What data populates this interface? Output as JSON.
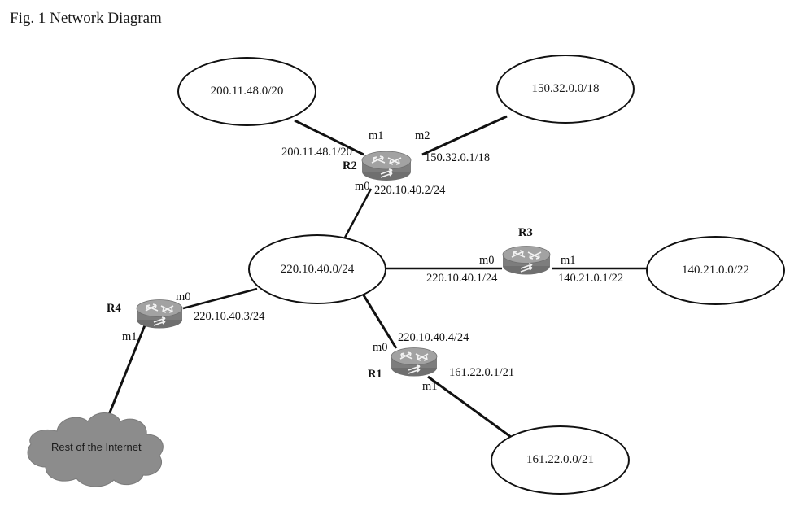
{
  "figure": {
    "title": "Fig. 1 Network Diagram"
  },
  "colors": {
    "line": "#111111",
    "router_body": "#8f8f8f",
    "router_top": "#a8a8a8",
    "router_side": "#6f6f6f",
    "cloud_fill": "#8c8c8c",
    "cloud_stroke": "#6e6e6e",
    "text": "#111111",
    "background": "#ffffff"
  },
  "networks": [
    {
      "id": "net-200-11-48",
      "label": "200.11.48.0/20"
    },
    {
      "id": "net-150-32-0",
      "label": "150.32.0.0/18"
    },
    {
      "id": "net-220-10-40",
      "label": "220.10.40.0/24"
    },
    {
      "id": "net-140-21-0",
      "label": "140.21.0.0/22"
    },
    {
      "id": "net-161-22-0",
      "label": "161.22.0.0/21"
    }
  ],
  "cloud": {
    "label": "Rest of the Internet"
  },
  "routers": [
    {
      "id": "R1",
      "name": "R1",
      "interfaces": [
        {
          "port": "m0",
          "address": "220.10.40.4/24"
        },
        {
          "port": "m1",
          "address": "161.22.0.1/21"
        }
      ]
    },
    {
      "id": "R2",
      "name": "R2",
      "interfaces": [
        {
          "port": "m0",
          "address": "220.10.40.2/24"
        },
        {
          "port": "m1",
          "address": "200.11.48.1/20"
        },
        {
          "port": "m2",
          "address": "150.32.0.1/18"
        }
      ]
    },
    {
      "id": "R3",
      "name": "R3",
      "interfaces": [
        {
          "port": "m0",
          "address": "220.10.40.1/24"
        },
        {
          "port": "m1",
          "address": "140.21.0.1/22"
        }
      ]
    },
    {
      "id": "R4",
      "name": "R4",
      "interfaces": [
        {
          "port": "m0",
          "address": "220.10.40.3/24"
        },
        {
          "port": "m1",
          "address": ""
        }
      ]
    }
  ],
  "labels": {
    "r2_name": "R2",
    "r2_m1_port": "m1",
    "r2_m1_addr": "200.11.48.1/20",
    "r2_m2_port": "m2",
    "r2_m2_addr": "150.32.0.1/18",
    "r2_m0_port": "m0",
    "r2_m0_addr": "220.10.40.2/24",
    "r3_name": "R3",
    "r3_m0_port": "m0",
    "r3_m0_addr": "220.10.40.1/24",
    "r3_m1_port": "m1",
    "r3_m1_addr": "140.21.0.1/22",
    "r4_name": "R4",
    "r4_m0_port": "m0",
    "r4_m0_addr": "220.10.40.3/24",
    "r4_m1_port": "m1",
    "r1_name": "R1",
    "r1_m0_port": "m0",
    "r1_m0_addr": "220.10.40.4/24",
    "r1_m1_port": "m1",
    "r1_m1_addr": "161.22.0.1/21"
  }
}
